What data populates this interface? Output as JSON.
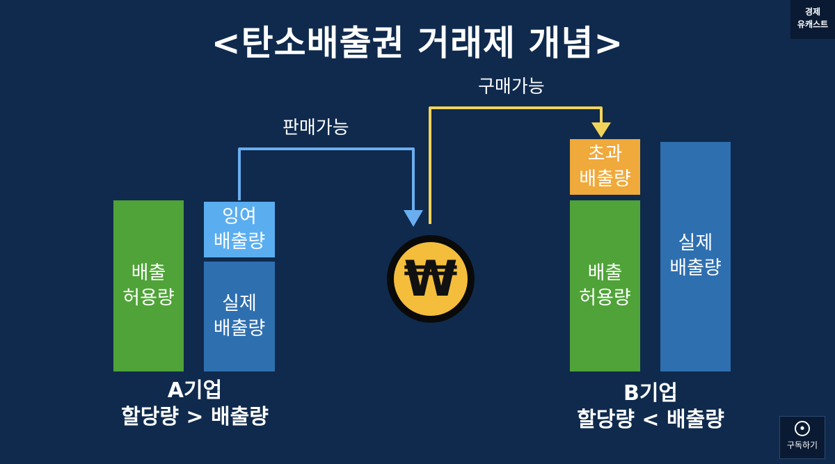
{
  "title": "<탄소배출권 거래제 개념>",
  "logo": {
    "line1": "경제",
    "line2": "유캐스트"
  },
  "company_a": {
    "allowance": "배출\n허용량",
    "surplus": "잉여\n배출량",
    "actual": "실제\n배출량",
    "name": "A기업",
    "relation": "할당량 > 배출량"
  },
  "company_b": {
    "excess": "초과\n배출량",
    "allowance": "배출\n허용량",
    "actual": "실제\n배출량",
    "name": "B기업",
    "relation": "할당량 < 배출량"
  },
  "sell_label": "판매가능",
  "buy_label": "구매가능",
  "coin_symbol": "₩",
  "subscribe": {
    "label": "구독하기"
  },
  "colors": {
    "background": "#0f2a4d",
    "green": "#4fa338",
    "light_blue": "#5aaef0",
    "blue": "#2e6fb0",
    "orange": "#f0a93b",
    "coin": "#f4be3c",
    "sell_arrow": "#6aaef0",
    "buy_arrow": "#f2d35a"
  }
}
